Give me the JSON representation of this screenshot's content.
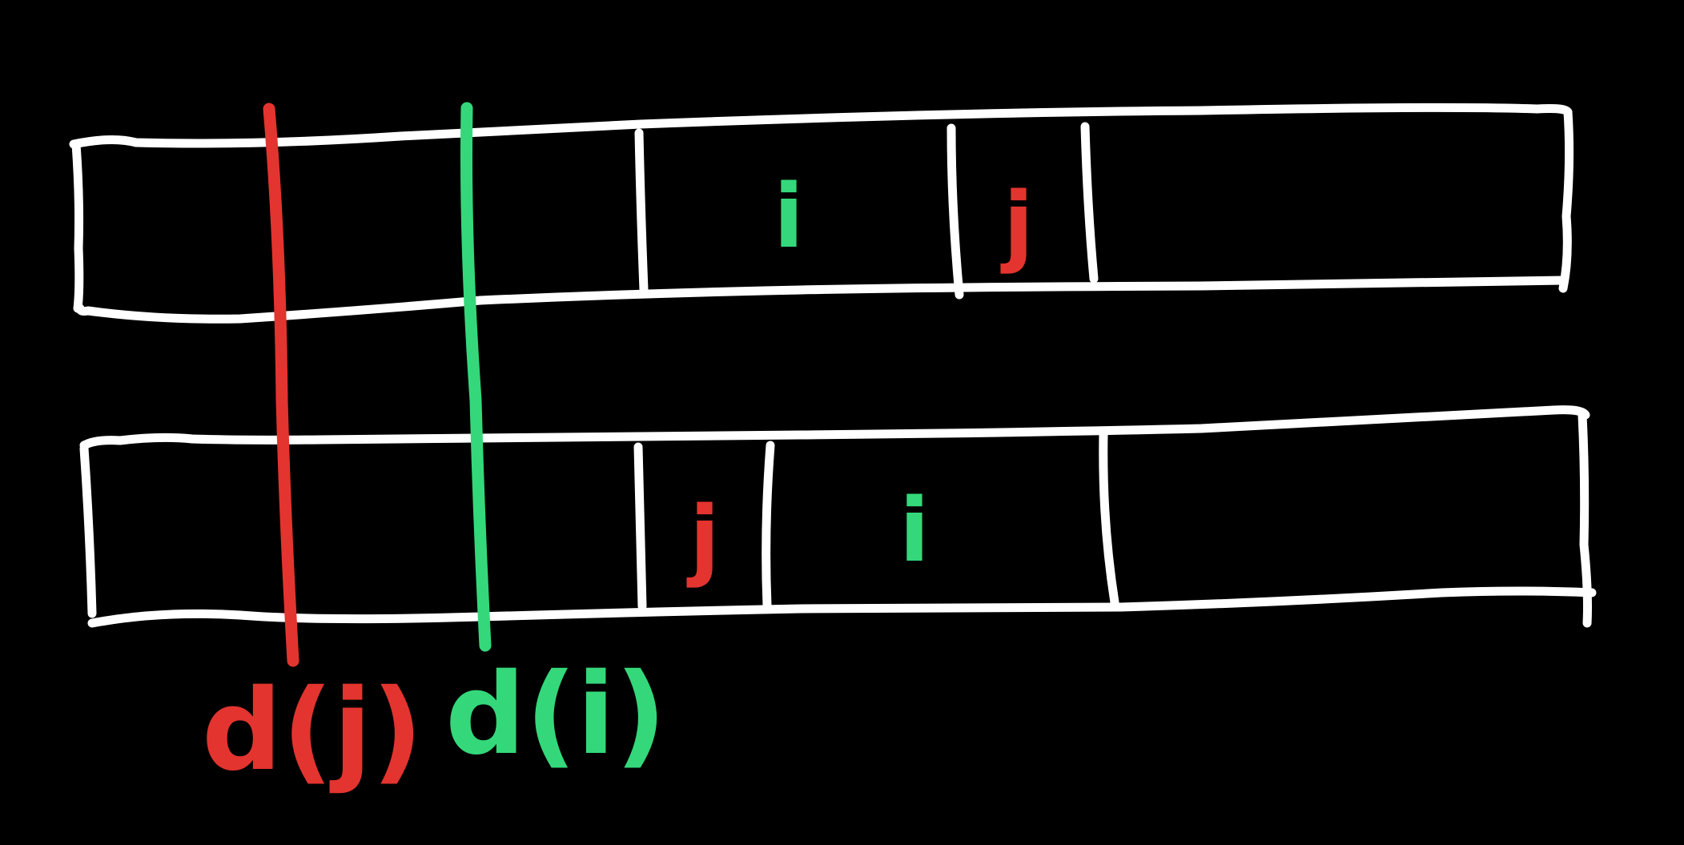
{
  "colors": {
    "background": "#000000",
    "outline": "#ffffff",
    "j_color": "#e3342f",
    "i_color": "#34d87a"
  },
  "top_row": {
    "cell_i_label": "i",
    "cell_j_label": "j"
  },
  "bottom_row": {
    "cell_j_label": "j",
    "cell_i_label": "i"
  },
  "markers": {
    "dj_label": "d(j)",
    "di_label": "d(i)"
  }
}
